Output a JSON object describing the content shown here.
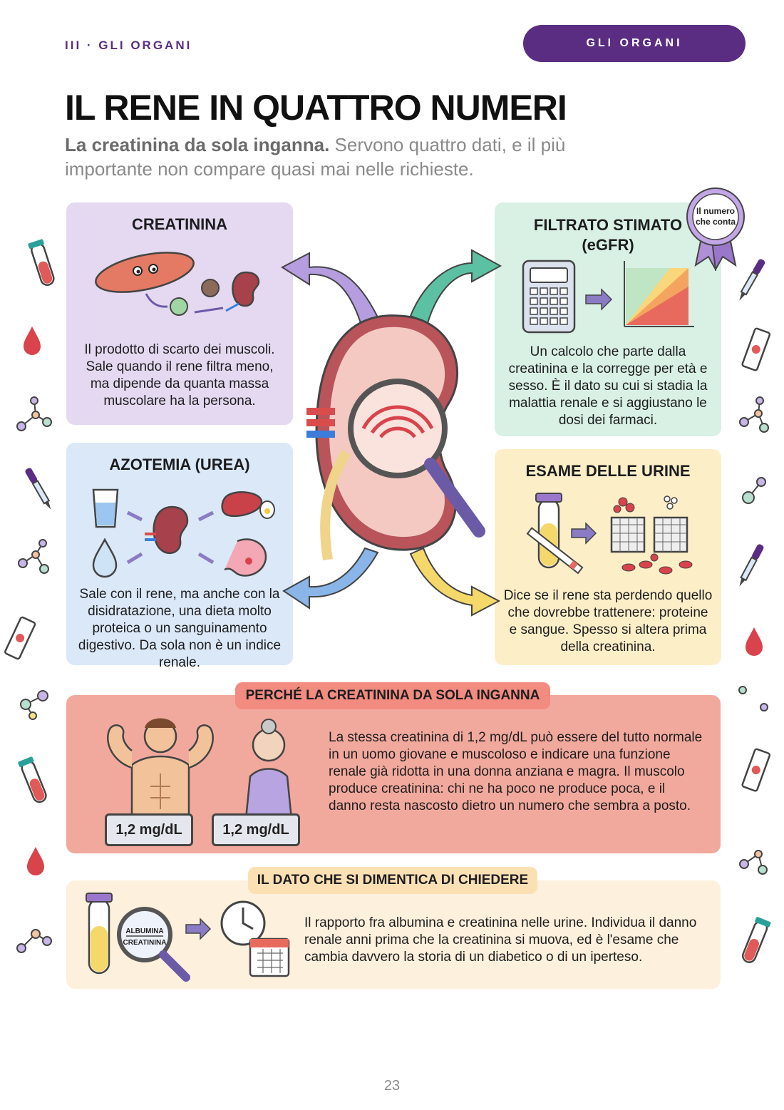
{
  "header": {
    "chapter": "III · GLI ORGANI",
    "section_pill": "GLI ORGANI"
  },
  "title": "IL RENE IN QUATTRO NUMERI",
  "subtitle": {
    "lead": "La creatinina da sola inganna.",
    "rest": " Servono quattro dati, e il più importante non compare quasi mai nelle richieste."
  },
  "cards": {
    "creatinina": {
      "title": "CREATININA",
      "text": "Il prodotto di scarto dei muscoli. Sale quando il rene filtra meno, ma dipende da quanta massa muscolare ha la persona."
    },
    "egfr": {
      "title": "FILTRATO STIMATO (eGFR)",
      "text": "Un calcolo che parte dalla creatinina e la corregge per età e sesso. È il dato su cui si stadia la malattia renale e si aggiustano le dosi dei farmaci.",
      "ribbon_line1": "Il numero",
      "ribbon_line2": "che conta"
    },
    "azotemia": {
      "title": "AZOTEMIA (UREA)",
      "text": "Sale con il rene, ma anche con la disidratazione, una dieta molto proteica o un sanguinamento digestivo. Da sola non è un indice renale."
    },
    "urine": {
      "title": "ESAME DELLE URINE",
      "text": "Dice se il rene sta perdendo quello che dovrebbe trattenere: proteine e sangue. Spesso si altera prima della creatinina."
    }
  },
  "creatinine_trap": {
    "tag": "PERCHÉ LA CREATININA DA SOLA INGANNA",
    "badge_young": "1,2 mg/dL",
    "badge_old": "1,2 mg/dL",
    "text": "La stessa creatinina di 1,2 mg/dL può essere del tutto normale in un uomo giovane e muscoloso e indicare una funzione renale già ridotta in una donna anziana e magra. Il muscolo produce creatinina: chi ne ha poco ne produce poca, e il danno resta nascosto dietro un numero che sembra a posto."
  },
  "forgotten": {
    "tag": "IL DATO CHE SI DIMENTICA DI CHIEDERE",
    "lens_line1": "ALBUMINA",
    "lens_line2": "CREATININA",
    "text": "Il rapporto fra albumina e creatinina nelle urine. Individua il danno renale anni prima che la creatinina si muova, ed è l'esame che cambia davvero la storia di un diabetico o di un iperteso."
  },
  "page_number": "23",
  "colors": {
    "purple": "#5a2d82",
    "card_purple": "#e4d9f0",
    "card_blue": "#dbe8f7",
    "card_green": "#d9f0e4",
    "card_yellow": "#fcefc8",
    "banner_red": "#f2a99d",
    "banner_cream": "#fdf0dc"
  }
}
